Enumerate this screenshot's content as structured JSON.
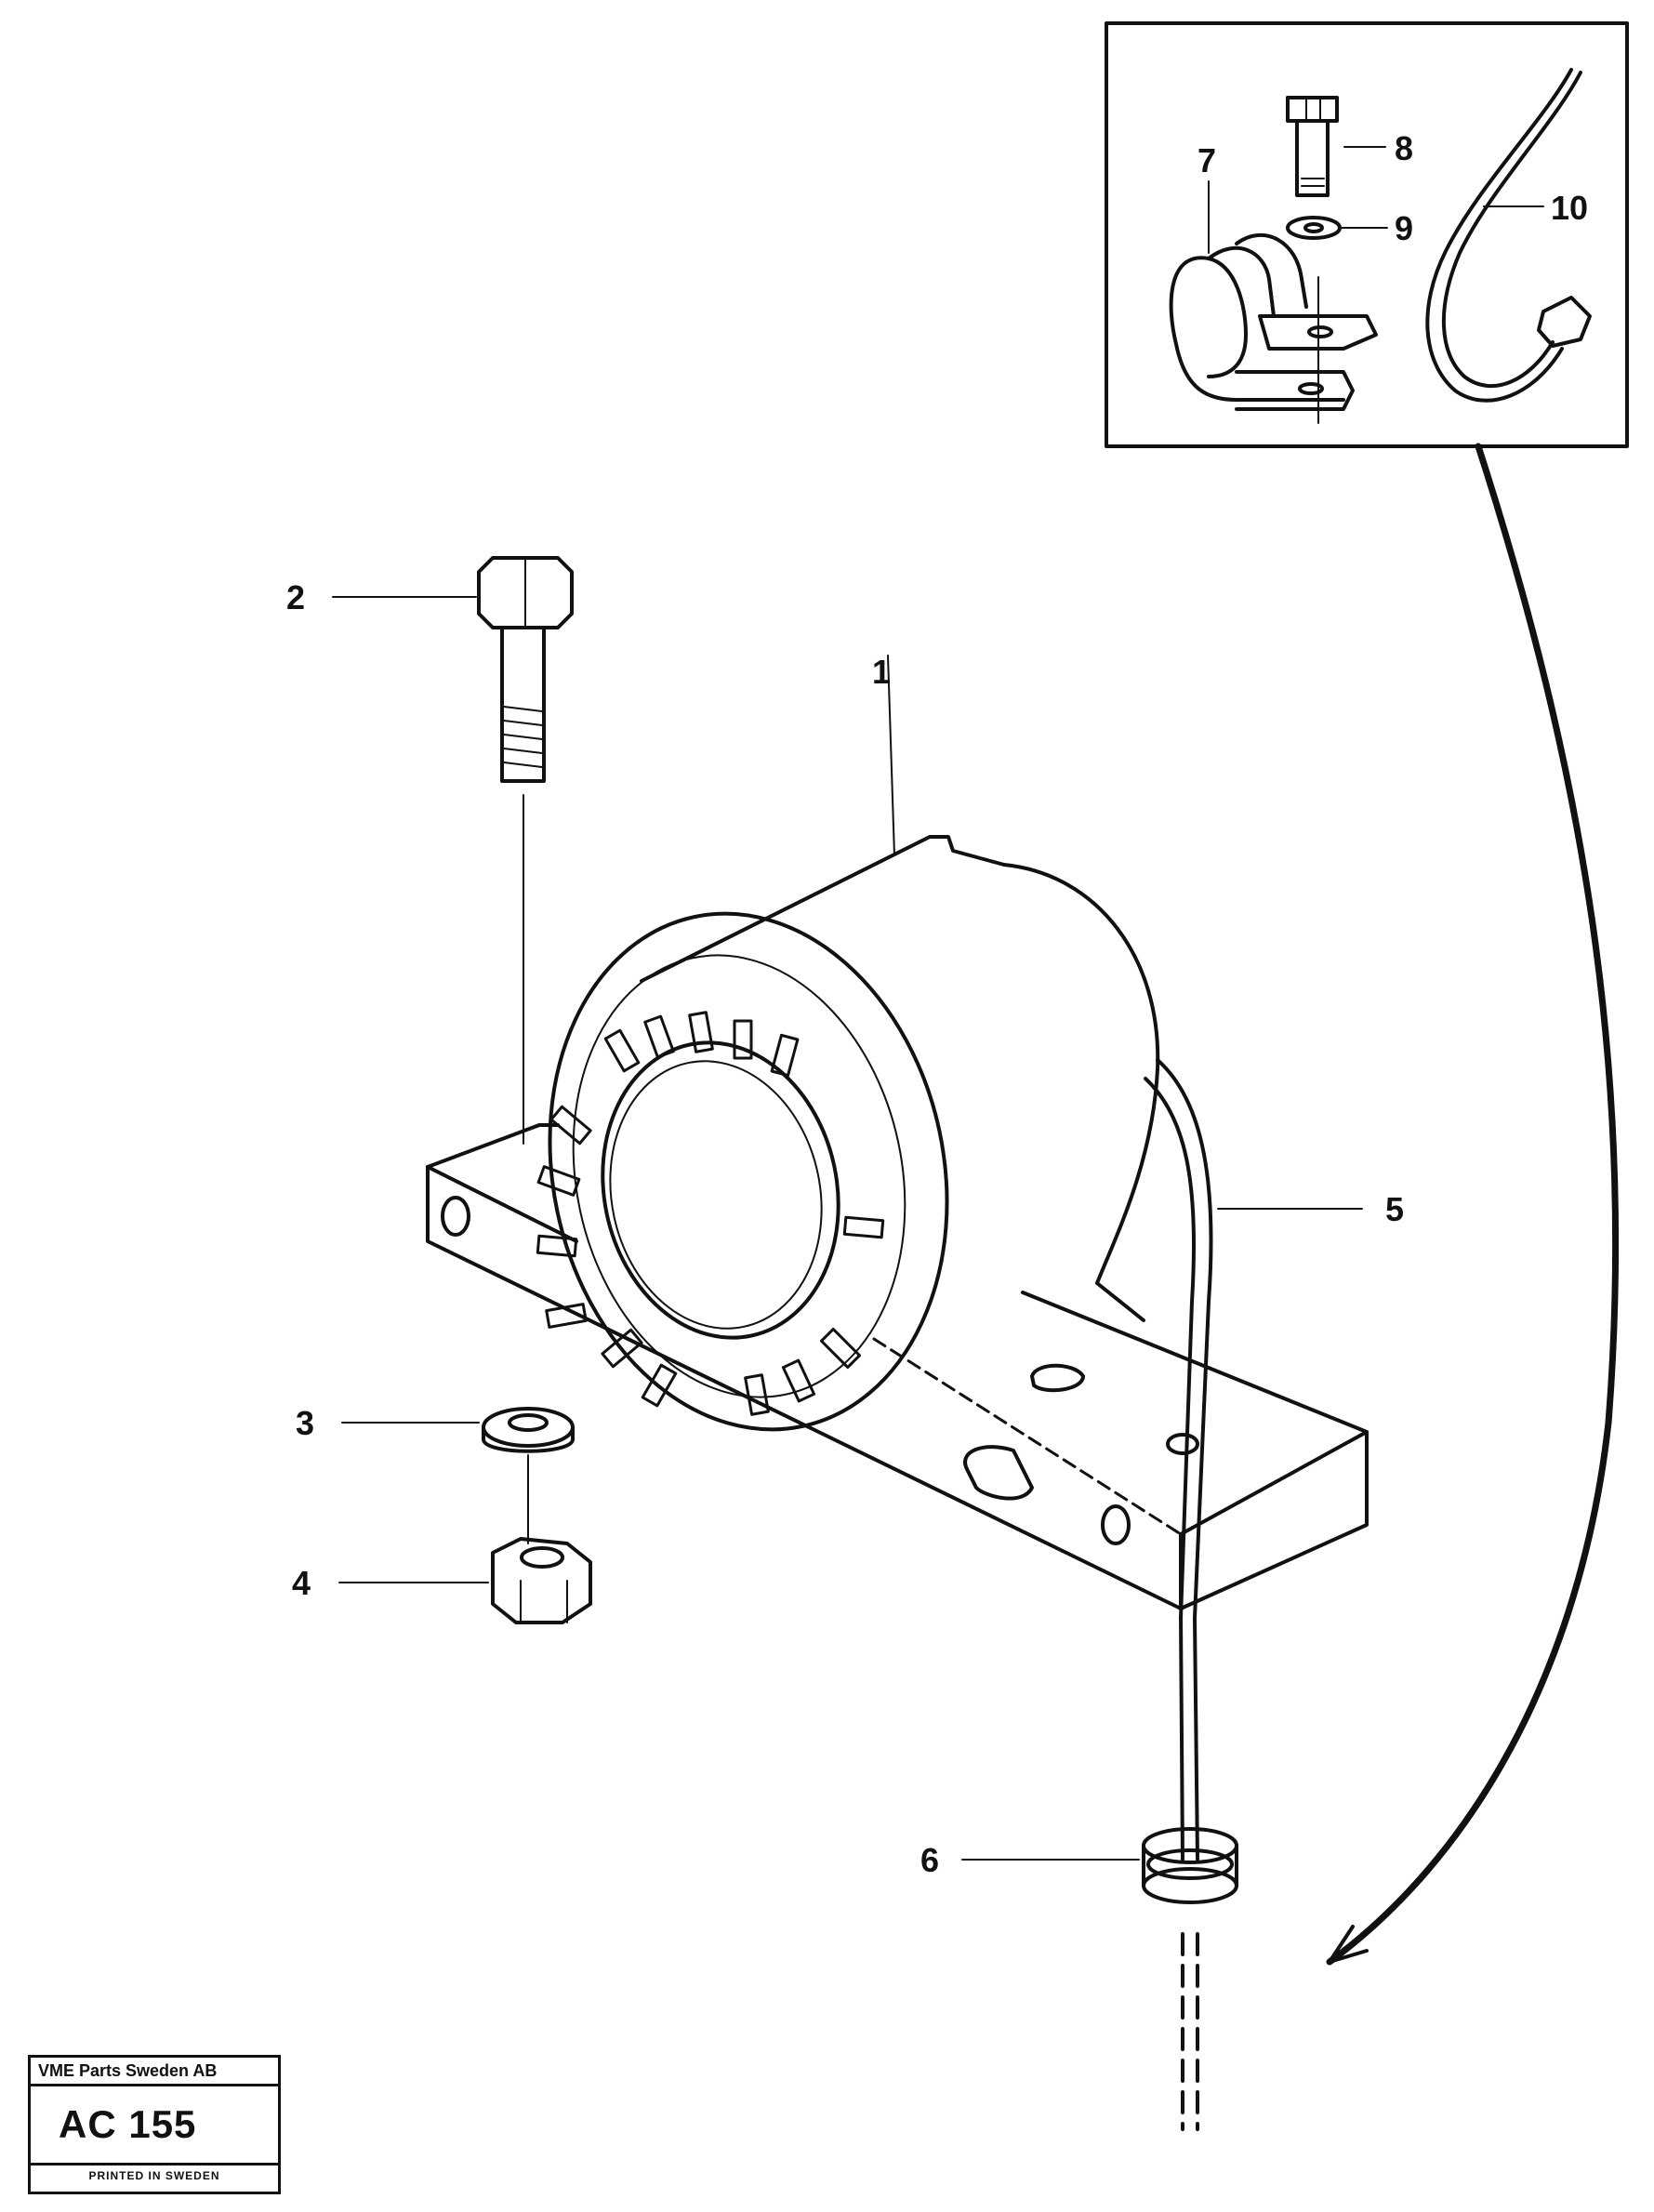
{
  "callouts": {
    "c1": "1",
    "c2": "2",
    "c3": "3",
    "c4": "4",
    "c5": "5",
    "c6": "6",
    "c7": "7",
    "c8": "8",
    "c9": "9",
    "c10": "10"
  },
  "stamp": {
    "company": "VME Parts Sweden AB",
    "code": "AC 155",
    "printed": "PRINTED IN SWEDEN"
  }
}
